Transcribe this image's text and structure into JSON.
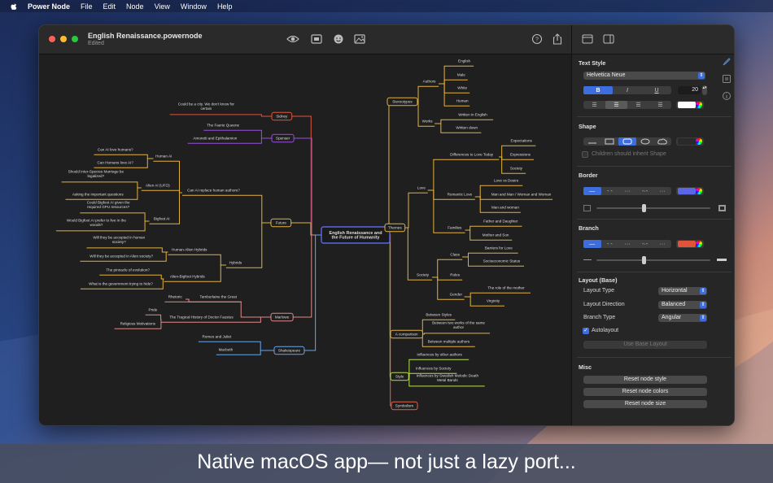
{
  "menubar": {
    "app_name": "Power Node",
    "items": [
      "File",
      "Edit",
      "Node",
      "View",
      "Window",
      "Help"
    ]
  },
  "window": {
    "title": "English Renaissance.powernode",
    "subtitle": "Edited"
  },
  "toolbar_icons": [
    "eye-icon",
    "present-icon",
    "emoji-icon",
    "image-icon",
    "help-icon",
    "share-icon",
    "sidebar-left-icon",
    "sidebar-right-icon"
  ],
  "mindmap": {
    "root": "English Renaissance and\nthe Future of Humanity",
    "nodes": [
      {
        "id": "stereotypes",
        "text": "Stereotypes"
      },
      {
        "id": "themes",
        "text": "Themes"
      },
      {
        "id": "comparison",
        "text": "A comparison"
      },
      {
        "id": "style",
        "text": "Style"
      },
      {
        "id": "symbolism",
        "text": "Symbolism"
      },
      {
        "id": "sidney",
        "text": "Sidney"
      },
      {
        "id": "spenser",
        "text": "Spenser"
      },
      {
        "id": "future",
        "text": "Future"
      },
      {
        "id": "marlowe",
        "text": "Marlowe"
      },
      {
        "id": "shakespeare",
        "text": "Shakespeare"
      },
      {
        "id": "authors",
        "text": "Authors"
      },
      {
        "id": "english",
        "text": "English"
      },
      {
        "id": "male",
        "text": "Male"
      },
      {
        "id": "white",
        "text": "White"
      },
      {
        "id": "human",
        "text": "Human"
      },
      {
        "id": "works",
        "text": "Works"
      },
      {
        "id": "written_english",
        "text": "Written in English"
      },
      {
        "id": "written_down",
        "text": "Written down"
      },
      {
        "id": "love",
        "text": "Love"
      },
      {
        "id": "diff_love",
        "text": "Differences to Love Today"
      },
      {
        "id": "expectations",
        "text": "Expectations"
      },
      {
        "id": "expressions",
        "text": "Expressions"
      },
      {
        "id": "society_love",
        "text": "Society"
      },
      {
        "id": "romantic_love",
        "text": "Romantic Love"
      },
      {
        "id": "love_desire",
        "text": "Love vs Desire"
      },
      {
        "id": "man_man",
        "text": "Man and Man / Woman and Woman"
      },
      {
        "id": "man_woman",
        "text": "Man and woman"
      },
      {
        "id": "families",
        "text": "Families"
      },
      {
        "id": "father_daughter",
        "text": "Father and Daughter"
      },
      {
        "id": "mother_son",
        "text": "Mother and Son"
      },
      {
        "id": "society",
        "text": "Society"
      },
      {
        "id": "class",
        "text": "Class"
      },
      {
        "id": "barriers",
        "text": "Barriers for Love"
      },
      {
        "id": "socio",
        "text": "Socioeconomic Status"
      },
      {
        "id": "roles",
        "text": "Roles"
      },
      {
        "id": "gender",
        "text": "Gender"
      },
      {
        "id": "role_mother",
        "text": "The role of the mother"
      },
      {
        "id": "virginity",
        "text": "Virginity"
      },
      {
        "id": "between_styles",
        "text": "Between Styles"
      },
      {
        "id": "between_works",
        "text": "Between two works of the same\nauthor"
      },
      {
        "id": "between_authors",
        "text": "Between multiple authors"
      },
      {
        "id": "infl_authors",
        "text": "Influences by other authors"
      },
      {
        "id": "infl_society",
        "text": "Influences by Society"
      },
      {
        "id": "infl_swedish",
        "text": "Influences by Swedish Melodic Death\nMetal Bands"
      },
      {
        "id": "could_be_city",
        "text": "Could be a city. We don't know for\ncertain"
      },
      {
        "id": "faerie",
        "text": "The Faerie Queene"
      },
      {
        "id": "amoretti",
        "text": "Amoretti and Epithalamion"
      },
      {
        "id": "can_ai_replace",
        "text": "Can AI replace human authors?"
      },
      {
        "id": "human_ai",
        "text": "Human AI"
      },
      {
        "id": "can_ai_love",
        "text": "Can AI love humans?"
      },
      {
        "id": "can_humans_love",
        "text": "Can Humans love AI?"
      },
      {
        "id": "alien_ai",
        "text": "Alien AI (UFO)"
      },
      {
        "id": "interspecies",
        "text": "Should Inter-Species Marriage be\nlegalized?"
      },
      {
        "id": "asking",
        "text": "Asking the important questions"
      },
      {
        "id": "bigfoot_ai",
        "text": "Bigfoot AI"
      },
      {
        "id": "bigfoot_gpu",
        "text": "Could Bigfoot AI given the\nrequired GPU resources?"
      },
      {
        "id": "bigfoot_live",
        "text": "Would Bigfoot AI prefer to live in the\nwoods?"
      },
      {
        "id": "hybrids",
        "text": "Hybrids"
      },
      {
        "id": "human_alien",
        "text": "Human-Alien Hybrids"
      },
      {
        "id": "accepted_human",
        "text": "Will they be accepted in human\nsociety?"
      },
      {
        "id": "accepted_alien",
        "text": "Will they be accepted in Alien society?"
      },
      {
        "id": "alien_bigfoot",
        "text": "Alien-Bigfoot Hybrids"
      },
      {
        "id": "pinnacle",
        "text": "The pinnacle of evolution?"
      },
      {
        "id": "gov_hide",
        "text": "What is the government trying to hide?"
      },
      {
        "id": "rhetoric",
        "text": "Rhetoric"
      },
      {
        "id": "tamburlaine",
        "text": "Tamburlaine the Great"
      },
      {
        "id": "pride",
        "text": "Pride"
      },
      {
        "id": "faustus",
        "text": "The Tragical History of Doctor Faustus"
      },
      {
        "id": "religious",
        "text": "Religious Motivations"
      },
      {
        "id": "romeo",
        "text": "Romeo and Juliet"
      },
      {
        "id": "macbeth",
        "text": "Macbeth"
      }
    ]
  },
  "inspector": {
    "text_style": {
      "heading": "Text Style",
      "font": "Helvetica Neue",
      "bold": "B",
      "italic": "I",
      "underline": "U",
      "size": "20"
    },
    "shape": {
      "heading": "Shape",
      "inherit_label": "Children should inherit Shape"
    },
    "border": {
      "heading": "Border"
    },
    "branch": {
      "heading": "Branch"
    },
    "layout": {
      "heading": "Layout (Base)",
      "layout_type_label": "Layout Type",
      "layout_type_value": "Horizontal",
      "direction_label": "Layout Direction",
      "direction_value": "Balanced",
      "branch_type_label": "Branch Type",
      "branch_type_value": "Angular",
      "autolayout_label": "Autolayout",
      "autolayout_checked": true,
      "use_base_label": "Use Base Layout"
    },
    "misc": {
      "heading": "Misc",
      "reset_style": "Reset node style",
      "reset_colors": "Reset node colors",
      "reset_size": "Reset node size"
    },
    "colors": {
      "text": "#ffffff",
      "border": "#5a67e8",
      "branch": "#e0553a",
      "accent": "#3d6ee0"
    }
  },
  "caption": "Native macOS app— not just a lazy port...",
  "colors": {
    "themes": "#e3b23c",
    "stereotypes": "#e3b23c",
    "comparison": "#e3b23c",
    "style": "#b8e04a",
    "symbolism": "#e8624a",
    "future": "#e3b23c",
    "sidney": "#e0553a",
    "spenser": "#9a4fe0",
    "marlowe": "#e08a8a",
    "shakespeare": "#6aa7e8",
    "root_border": "#5a67e8",
    "spine": "#5a8ae0"
  }
}
